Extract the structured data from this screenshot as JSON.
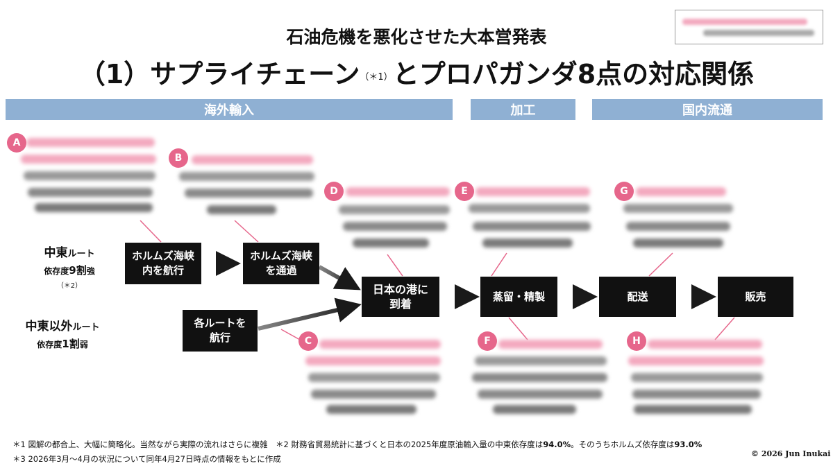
{
  "title": {
    "line1": "石油危機を悪化させた大本営発表",
    "line2_main": "（1）サプライチェーン",
    "line2_note": "（＊1）",
    "line2_tail": "とプロパガンダ8点の対応関係"
  },
  "bands": {
    "import": "海外輸入",
    "process": "加工",
    "domestic": "国内流通"
  },
  "routes": {
    "middle_east": {
      "title": "中東",
      "suffix": "ルート",
      "share_prefix": "依存度",
      "share_value": "9割",
      "share_suffix": "強",
      "note": "（＊2）"
    },
    "other": {
      "title": "中東以外",
      "suffix": "ルート",
      "share_prefix": "依存度",
      "share_value": "1割",
      "share_suffix": "弱"
    }
  },
  "boxes": {
    "hormuz_inside": "ホルムズ海峡\n内を航行",
    "hormuz_pass": "ホルムズ海峡\nを通過",
    "each_route": "各ルートを\n航行",
    "arrive_japan": "日本の港に\n到着",
    "refine": "蒸留・精製",
    "deliver": "配送",
    "sell": "販売"
  },
  "badges": [
    "A",
    "B",
    "C",
    "D",
    "E",
    "F",
    "G",
    "H"
  ],
  "footnotes": {
    "note1": "＊1 図解の都合上、大幅に簡略化。当然ながら実際の流れはさらに複雑",
    "note2_pre": "＊2 財務省貿易統計に基づくと日本の2025年度原油輸入量の中東依存度は",
    "note2_v1": "94.0%",
    "note2_mid": "。そのうちホルムズ依存度は",
    "note2_v2": "93.0%",
    "note3": "＊3 2026年3月～4月の状況について同年4月27日時点の情報をもとに作成",
    "copyright": "© 2026 Jun Inukai"
  },
  "colors": {
    "band": "#8fb0d3",
    "box": "#111111",
    "badge": "#e6668b",
    "redact_pink": "#f3a9bf",
    "redact_gray": "#7a7a7a"
  }
}
